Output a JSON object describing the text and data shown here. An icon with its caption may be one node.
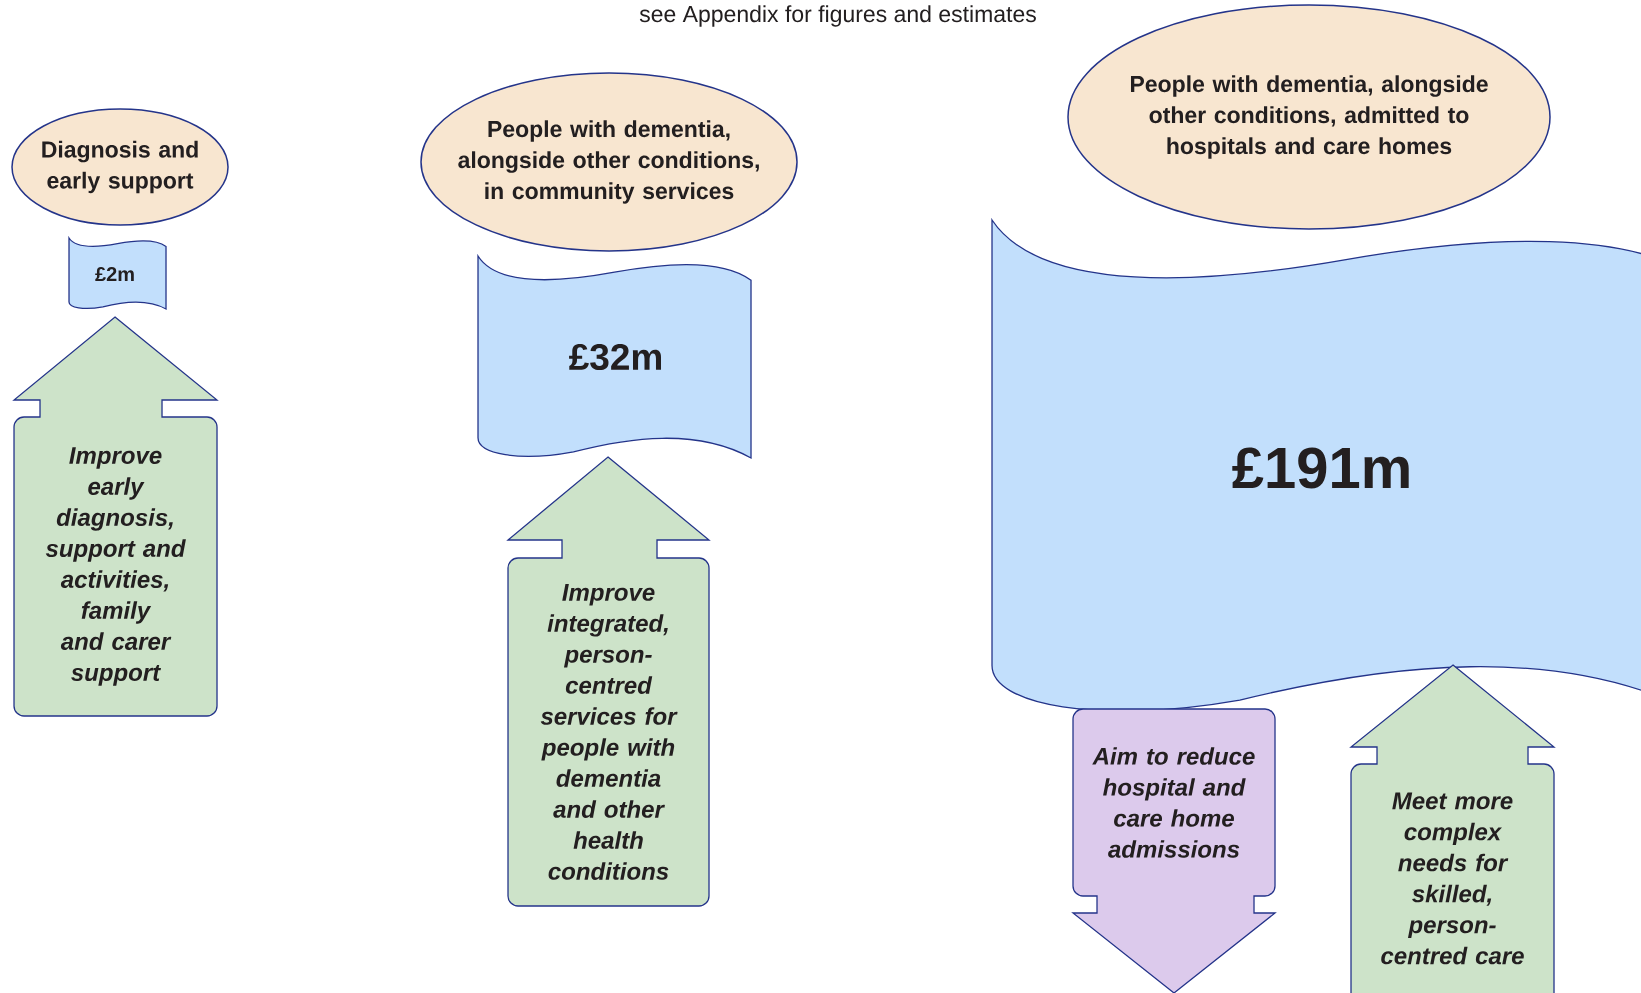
{
  "diagram": {
    "nodes": [
      {
        "text": [
          "Diagnosis and early support"
        ]
      },
      {
        "text": [
          "£2m"
        ]
      },
      {
        "text": [
          "Improve early diagnosis, support and activities, family and carer support"
        ]
      },
      {
        "text": [
          "People with dementia, alongside other conditions, in community services"
        ]
      },
      {
        "text": [
          "£32m"
        ]
      },
      {
        "text": [
          "Improve integrated, person-centred services for people with dementia and other health conditions"
        ]
      },
      {
        "text": [
          "People with dementia, alongside other conditions, admitted to hospitals and care homes"
        ]
      },
      {
        "text": [
          "£191m"
        ]
      },
      {
        "text": [
          "Aim to reduce hospital and care home admissions"
        ]
      },
      {
        "text": [
          "Meet more complex needs for skilled, person-centred care"
        ]
      }
    ],
    "labels": [
      "see Appendix for figures and estimates"
    ]
  }
}
